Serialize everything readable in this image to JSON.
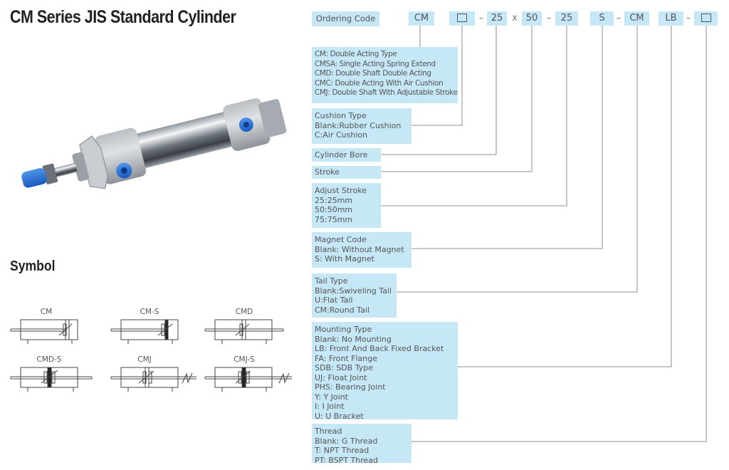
{
  "title": "CM Series JIS Standard Cylinder",
  "symbol_heading": "Symbol",
  "product_image": "pneumatic-cylinder-photo",
  "colors": {
    "box_fill": "#c6e7f6",
    "line": "#a8a8a8",
    "port_blue": "#1f73d6"
  },
  "ordering_code": {
    "label": "Ordering Code",
    "segments": [
      {
        "text": "CM",
        "type": "box"
      },
      {
        "text": "",
        "type": "blank-box"
      },
      {
        "text": "–",
        "type": "sep"
      },
      {
        "text": "25",
        "type": "box"
      },
      {
        "text": "x",
        "type": "sep"
      },
      {
        "text": "50",
        "type": "box"
      },
      {
        "text": "–",
        "type": "sep"
      },
      {
        "text": "25",
        "type": "box"
      },
      {
        "text": "S",
        "type": "box"
      },
      {
        "text": "–",
        "type": "sep"
      },
      {
        "text": "CM",
        "type": "box"
      },
      {
        "text": "LB",
        "type": "box"
      },
      {
        "text": "–",
        "type": "sep"
      },
      {
        "text": "",
        "type": "blank-box"
      }
    ]
  },
  "descriptions": {
    "type": [
      "CM: Double Acting Type",
      "CMSA: Single Acting Spring Extend",
      "CMD: Double Shaft Double Acting",
      "CMC: Double Acting With Air Cushion",
      "CMJ: Double Shaft With Adjustable Stroke"
    ],
    "cushion": [
      "Cushion Type",
      "Blank:Rubber Cushion",
      "C:Air Cushion"
    ],
    "bore": [
      "Cylinder Bore"
    ],
    "stroke": [
      "Stroke"
    ],
    "adjust": [
      "Adjust Stroke",
      "25:25mm",
      "50:50mm",
      "75:75mm"
    ],
    "magnet": [
      "Magnet Code",
      "Blank: Without Magnet",
      "S: With Magnet"
    ],
    "tail": [
      "Tail Type",
      "Blank:Swiveling Tail",
      "U:Flat Tail",
      "CM:Round Tail"
    ],
    "mounting": [
      "Mounting Type",
      "Blank: No Mounting",
      "LB: Front And Back Fixed Bracket",
      "FA: Front Flange",
      "SDB: SDB Type",
      "UJ: Float Joint",
      "PHS: Bearing Joint",
      "Y: Y Joint",
      "I: I Joint",
      "U: U Bracket"
    ],
    "thread": [
      "Thread",
      "Blank: G Thread",
      "T: NPT Thread",
      "PT: BSPT Thread"
    ]
  },
  "symbols": [
    {
      "label": "CM"
    },
    {
      "label": "CM-S"
    },
    {
      "label": "CMD"
    },
    {
      "label": "CMD-S"
    },
    {
      "label": "CMJ"
    },
    {
      "label": "CMJ-S"
    }
  ]
}
